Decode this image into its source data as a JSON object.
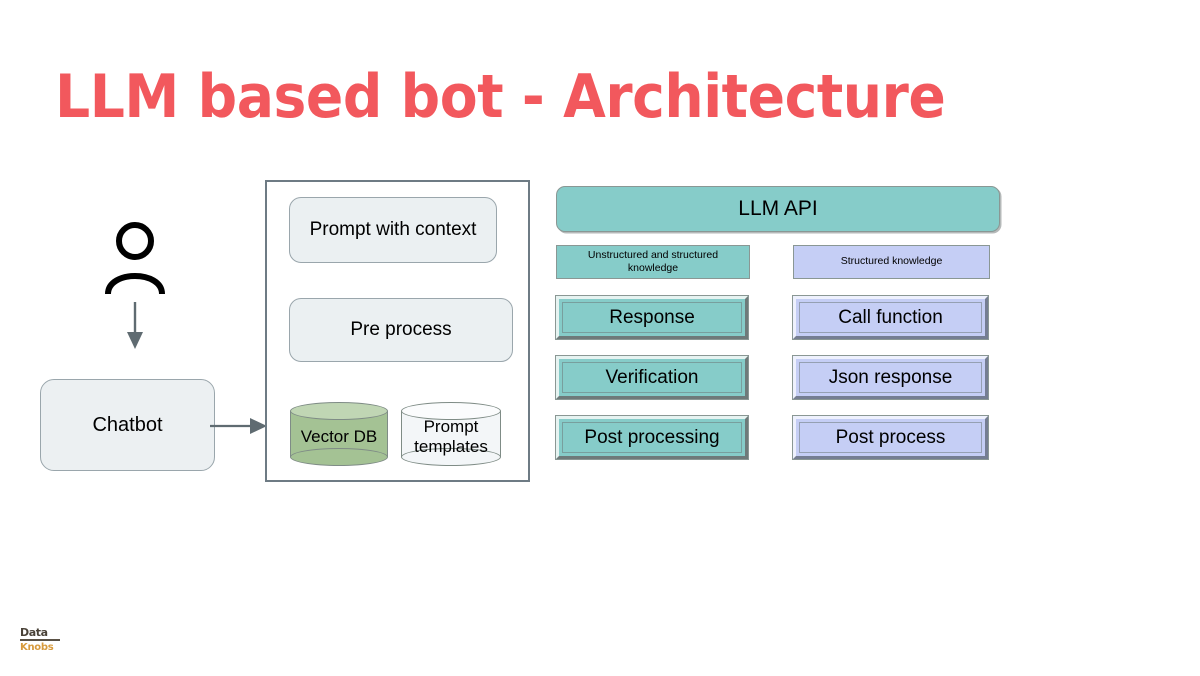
{
  "slide": {
    "title": "LLM based bot - Architecture",
    "title_color": "#F2585D",
    "background": "#FFFFFF"
  },
  "user_flow": {
    "actor_icon": "person-icon",
    "arrow_actor_to_chatbot": "down-arrow-icon",
    "chatbot_label": "Chatbot",
    "arrow_chatbot_to_pipeline": "right-arrow-icon"
  },
  "pipeline_panel": {
    "steps": [
      {
        "label": "Prompt with context"
      },
      {
        "label": "Pre process"
      }
    ],
    "stores": [
      {
        "label": "Vector DB",
        "color": "#A4C294"
      },
      {
        "label": "Prompt templates",
        "color": "#F3F6F8"
      }
    ]
  },
  "llm_section": {
    "api_label": "LLM API",
    "api_color": "#86CCC9",
    "columns": [
      {
        "knowledge_label": "Unstructured and structured knowledge",
        "color": "#86CCC9",
        "steps": [
          {
            "label": "Response"
          },
          {
            "label": "Verification"
          },
          {
            "label": "Post processing"
          }
        ]
      },
      {
        "knowledge_label": "Structured knowledge",
        "color": "#C5CEF5",
        "steps": [
          {
            "label": "Call function"
          },
          {
            "label": "Json response"
          },
          {
            "label": "Post process"
          }
        ]
      }
    ]
  },
  "branding": {
    "logo_top": "Data",
    "logo_bottom": "Knobs",
    "logo_top_color": "#4A4238",
    "logo_bottom_color": "#D89A3C"
  }
}
